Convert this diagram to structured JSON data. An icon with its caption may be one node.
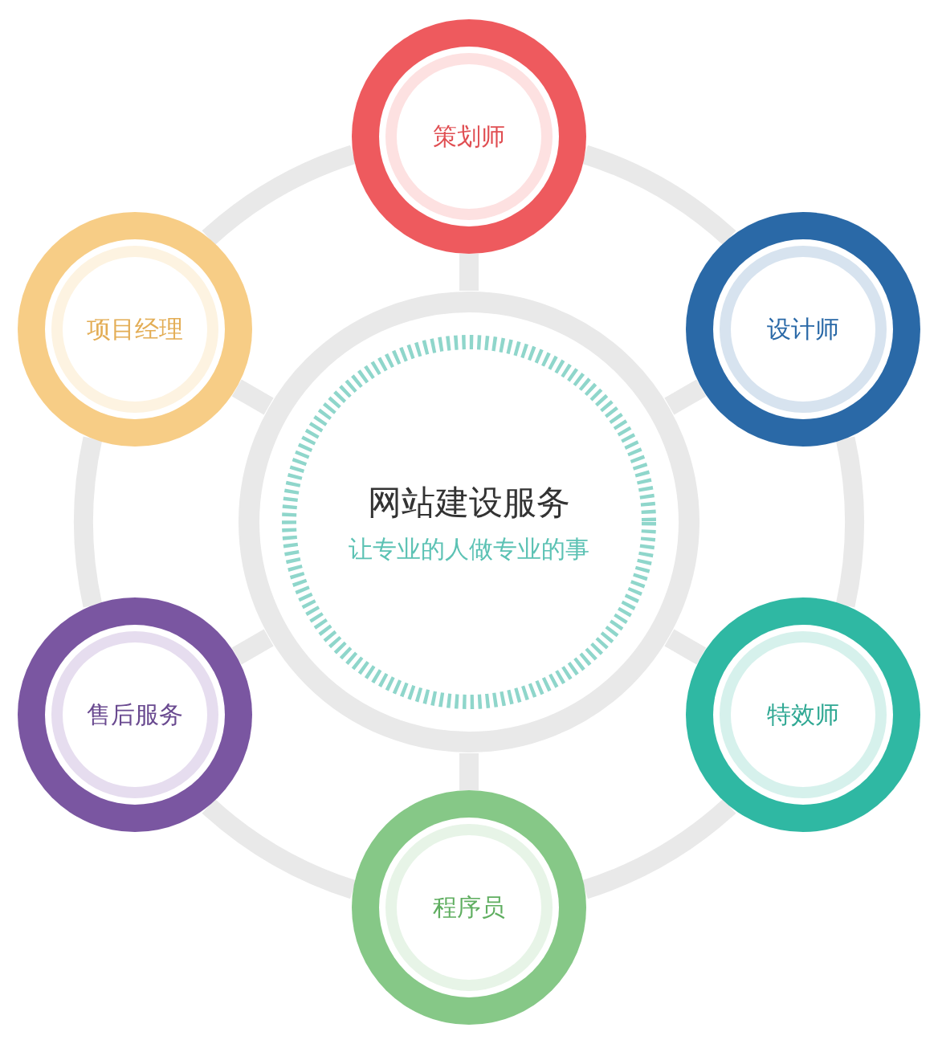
{
  "diagram": {
    "nodes": [
      {
        "text": [
          "网站建设服务",
          "让专业的人做专业的事"
        ]
      },
      {
        "text": [
          "策划师"
        ]
      },
      {
        "text": [
          "设计师"
        ]
      },
      {
        "text": [
          "特效师"
        ]
      },
      {
        "text": [
          "程序员"
        ]
      },
      {
        "text": [
          "售后服务"
        ]
      },
      {
        "text": [
          "项目经理"
        ]
      }
    ],
    "edges": [
      {
        "from": 0,
        "to": 1,
        "arrow": "none"
      },
      {
        "from": 0,
        "to": 2,
        "arrow": "none"
      },
      {
        "from": 0,
        "to": 3,
        "arrow": "none"
      },
      {
        "from": 0,
        "to": 4,
        "arrow": "none"
      },
      {
        "from": 0,
        "to": 5,
        "arrow": "none"
      },
      {
        "from": 0,
        "to": 6,
        "arrow": "none"
      },
      {
        "from": 1,
        "to": 2,
        "arrow": "none"
      },
      {
        "from": 2,
        "to": 3,
        "arrow": "none"
      },
      {
        "from": 3,
        "to": 4,
        "arrow": "none"
      },
      {
        "from": 4,
        "to": 5,
        "arrow": "none"
      },
      {
        "from": 5,
        "to": 6,
        "arrow": "none"
      },
      {
        "from": 6,
        "to": 1,
        "arrow": "none"
      }
    ]
  }
}
